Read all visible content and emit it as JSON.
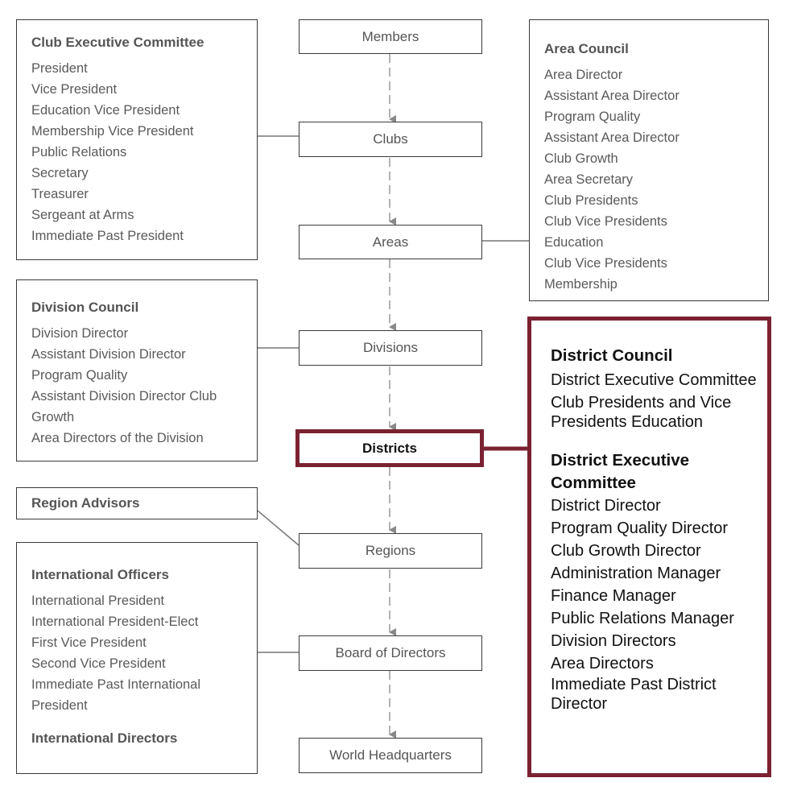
{
  "flow": {
    "members": "Members",
    "clubs": "Clubs",
    "areas": "Areas",
    "divisions": "Divisions",
    "districts": "Districts",
    "regions": "Regions",
    "board": "Board of Directors",
    "world_hq": "World Headquarters"
  },
  "club_executive_committee": {
    "title": "Club Executive Committee",
    "items": [
      "President",
      "Vice President",
      "Education Vice President",
      "Membership Vice President",
      "Public Relations",
      "Secretary",
      "Treasurer",
      "Sergeant at Arms",
      "Immediate Past President"
    ]
  },
  "area_council": {
    "title": "Area Council",
    "items": [
      "Area Director",
      "Assistant Area Director",
      "Program Quality",
      "Assistant Area Director",
      "Club Growth",
      "Area Secretary",
      "Club Presidents",
      "Club Vice Presidents",
      "Education",
      "Club Vice Presidents",
      "Membership"
    ]
  },
  "division_council": {
    "title": "Division Council",
    "items": [
      "Division Director",
      "Assistant Division Director",
      "Program Quality",
      "Assistant Division Director Club",
      "Growth",
      "Area Directors of the Division"
    ]
  },
  "region_advisors": {
    "title": "Region Advisors"
  },
  "international": {
    "officers_title": "International Officers",
    "items": [
      "International President",
      "International President-Elect",
      "First Vice President",
      "Second Vice President",
      "Immediate Past International",
      "President"
    ],
    "directors_title": "International Directors"
  },
  "district_council": {
    "title": "District Council",
    "items": [
      "District Executive Committee",
      "Club Presidents and Vice Presidents Education"
    ],
    "exec_title": "District Executive Committee",
    "exec_items": [
      "District Director",
      "Program Quality Director",
      "Club Growth Director",
      "Administration Manager",
      "Finance Manager",
      "Public Relations Manager",
      "Division Directors",
      "Area Directors",
      "Immediate Past District Director"
    ]
  },
  "colors": {
    "highlight": "#7b2232",
    "border": "#3a3a3a",
    "text_gray": "#5a5a5a",
    "text_dark": "#111111"
  }
}
